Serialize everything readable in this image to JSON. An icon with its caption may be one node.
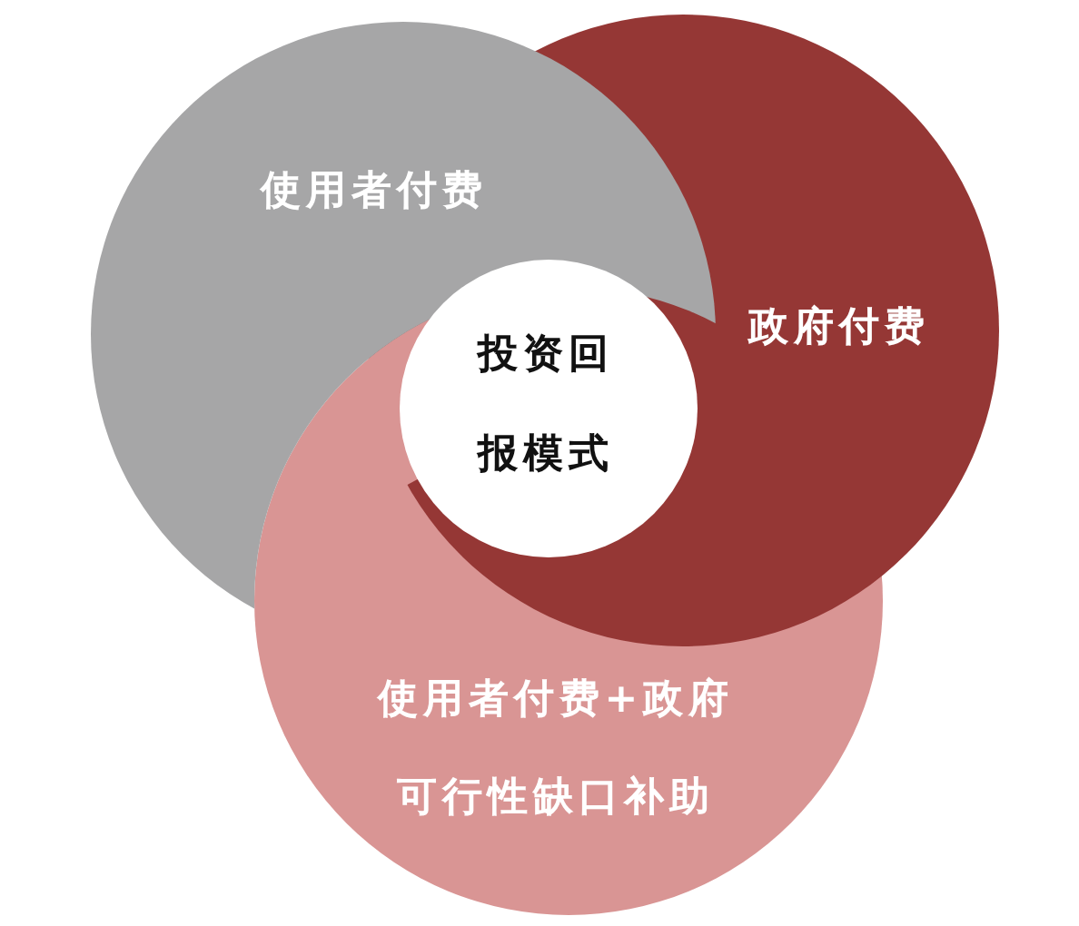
{
  "diagram": {
    "nodes": [
      {
        "text": [
          "使用者付费"
        ]
      },
      {
        "text": [
          "政府付费"
        ]
      },
      {
        "text": [
          "投资回报模式"
        ]
      },
      {
        "text": [
          "使用者付费+政府可行性缺口补助"
        ]
      }
    ]
  }
}
